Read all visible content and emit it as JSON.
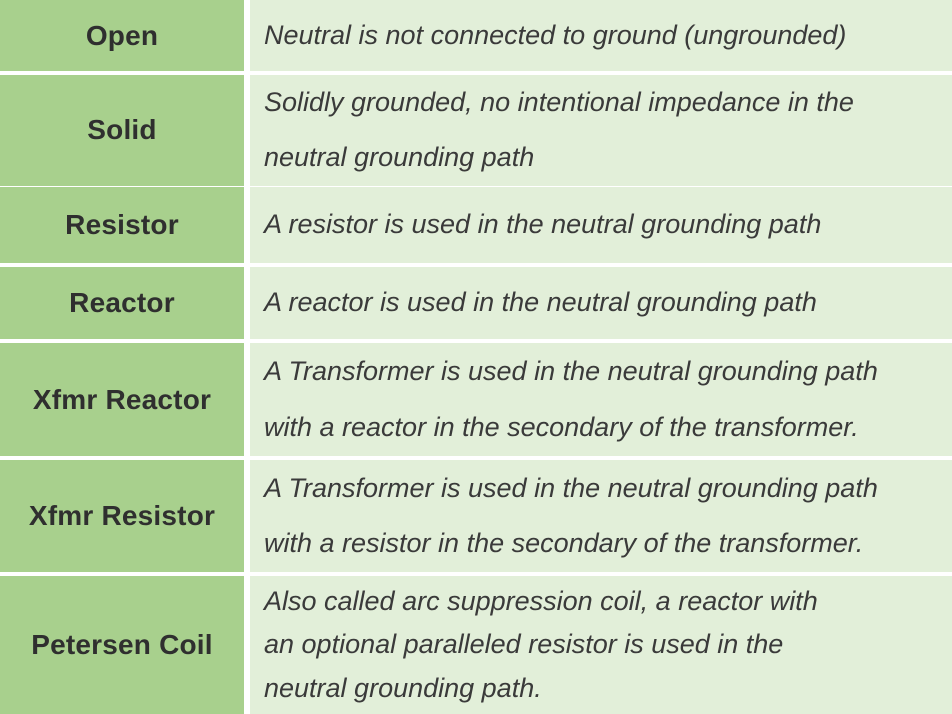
{
  "table": {
    "rows": [
      {
        "term": "Open",
        "description": "Neutral is not connected to ground (ungrounded)"
      },
      {
        "term": "Solid",
        "description": "Solidly grounded, no intentional impedance in the\nneutral grounding path"
      },
      {
        "term": "Resistor",
        "description": "A resistor is used in the neutral grounding path"
      },
      {
        "term": "Reactor",
        "description": "A reactor is used in the neutral grounding path"
      },
      {
        "term": "Xfmr Reactor",
        "description": "A Transformer is used in the neutral grounding path\nwith a reactor in the secondary of the transformer."
      },
      {
        "term": "Xfmr Resistor",
        "description": "A Transformer is used in the neutral grounding path\nwith a resistor in the secondary of the transformer."
      },
      {
        "term": "Petersen Coil",
        "description": "Also called arc suppression coil, a reactor with\nan optional paralleled resistor is used in the\nneutral grounding path."
      }
    ]
  },
  "colors": {
    "term_bg": "#a8d08d",
    "desc_bg": "#e2efd9",
    "divider": "#ffffff",
    "term_text": "#2f2f2f",
    "desc_text": "#3a3a3a"
  }
}
